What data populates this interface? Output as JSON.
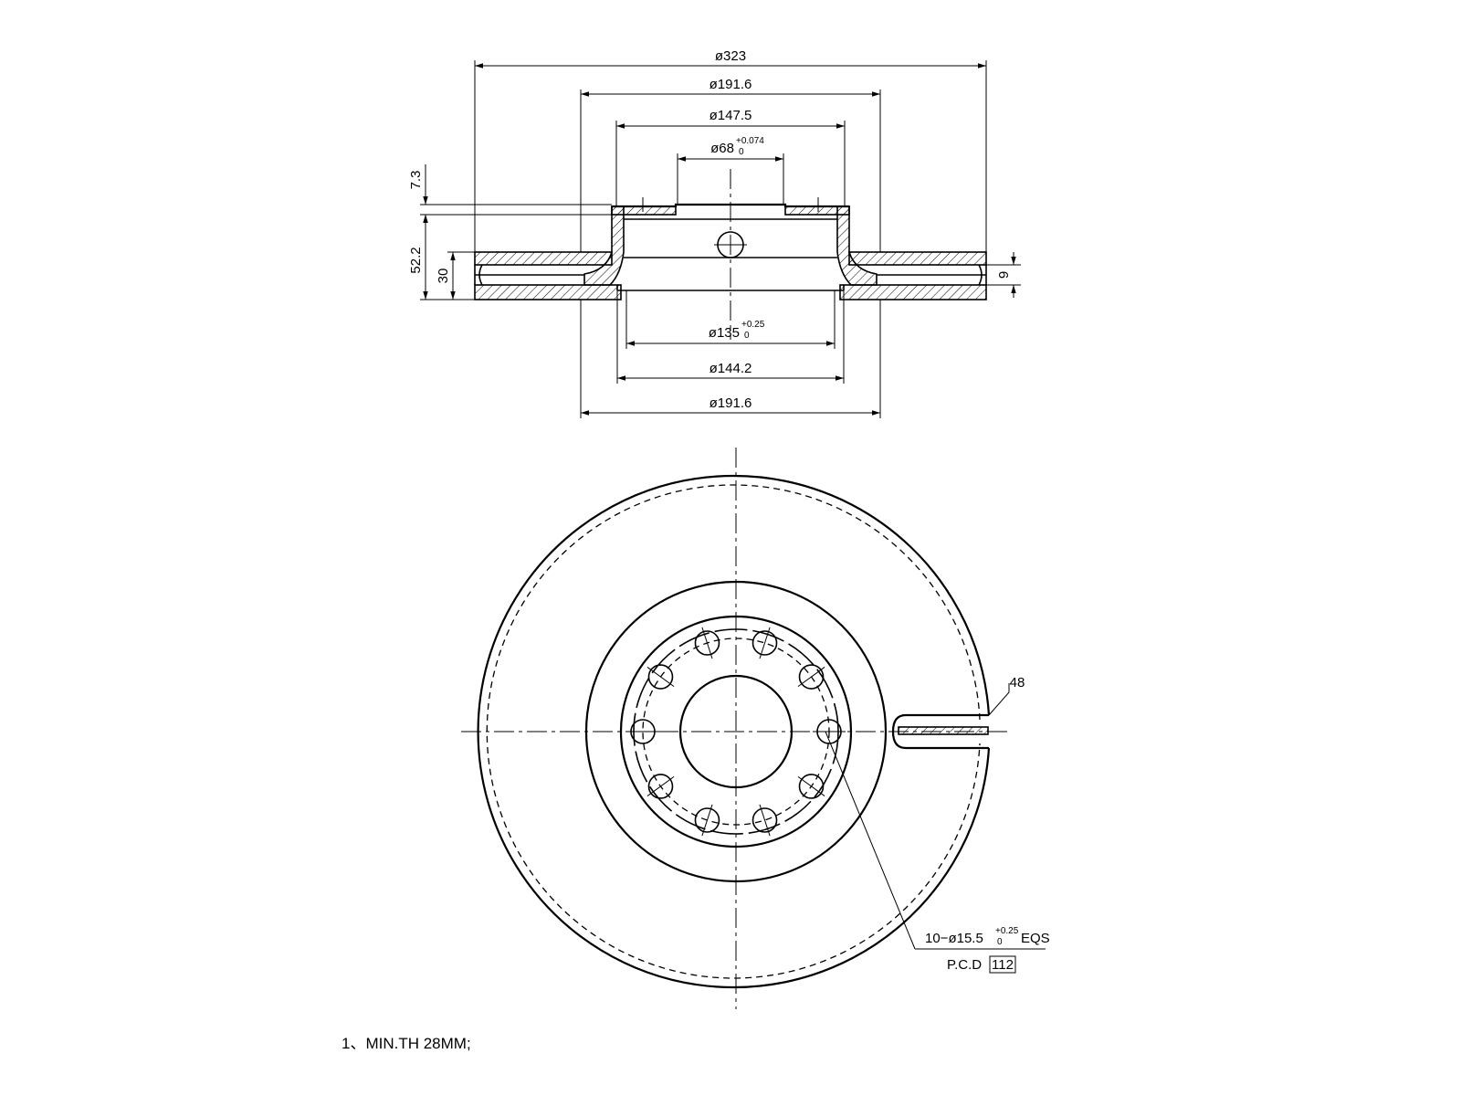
{
  "top_view": {
    "dim_overall_dia": "ø323",
    "dim_hat_outer_dia_top": "ø191.6",
    "dim_hat_step_dia": "ø147.5",
    "dim_center_bore_dia": "ø68",
    "dim_center_bore_tol_upper": "+0.074",
    "dim_center_bore_tol_lower": "0",
    "dim_hub_height": "7.3",
    "dim_total_height": "52.2",
    "dim_disc_thickness": "30",
    "dim_vent_gap": "9",
    "dim_hub_pilot_dia": "ø135",
    "dim_hub_pilot_tol_upper": "+0.25",
    "dim_hub_pilot_tol_lower": "0",
    "dim_inner_dia": "ø144.2",
    "dim_hat_outer_dia_bottom": "ø191.6"
  },
  "front_view": {
    "dim_slot_width": "48",
    "hole_callout": "10−ø15.5",
    "hole_tol_upper": "+0.25",
    "hole_tol_lower": "0",
    "hole_eqs": "EQS",
    "pcd_label": "P.C.D",
    "pcd_value": "112"
  },
  "notes": {
    "note_1": "1、MIN.TH 28MM;"
  }
}
